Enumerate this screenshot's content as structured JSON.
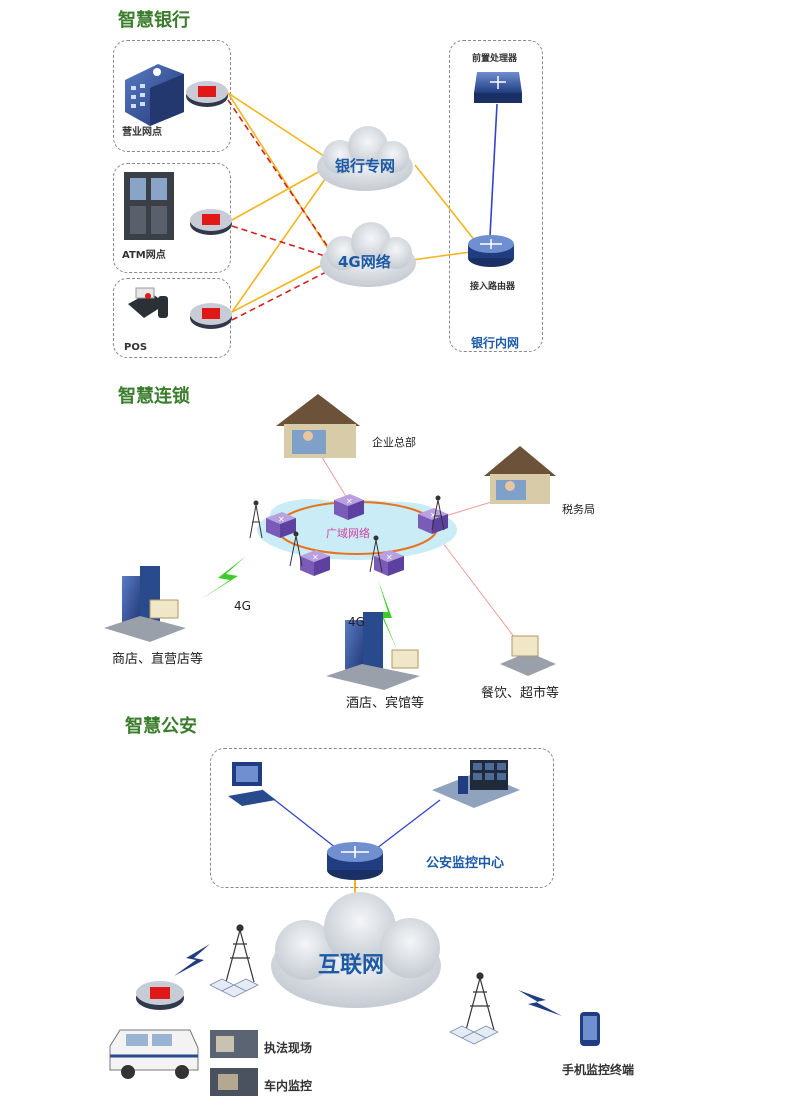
{
  "sections": {
    "bank": {
      "title": "智慧银行",
      "branch_label": "营业网点",
      "atm_label": "ATM网点",
      "pos_label": "POS",
      "private_net": "银行专网",
      "net_4g": "4G网络",
      "front_processor": "前置处理器",
      "access_router": "接入路由器",
      "intranet": "银行内网"
    },
    "chain": {
      "title": "智慧连锁",
      "hq": "企业总部",
      "tax": "税务局",
      "wan": "广域网络",
      "shops": "商店、直营店等",
      "hotels": "酒店、宾馆等",
      "food": "餐饮、超市等",
      "label_4g_left": "4G",
      "label_4g_mid": "4G"
    },
    "police": {
      "title": "智慧公安",
      "center": "公安监控中心",
      "internet": "互联网",
      "scene": "执法现场",
      "vehicle": "车内监控",
      "mobile": "手机监控终端"
    }
  },
  "colors": {
    "title_green": "#3a7d2c",
    "cloud_text": "#1c5aa6",
    "link_yellow": "#f2b61c",
    "link_red_dashed": "#d42020",
    "link_blue": "#3344cc",
    "ring_orange": "#e8731c"
  }
}
